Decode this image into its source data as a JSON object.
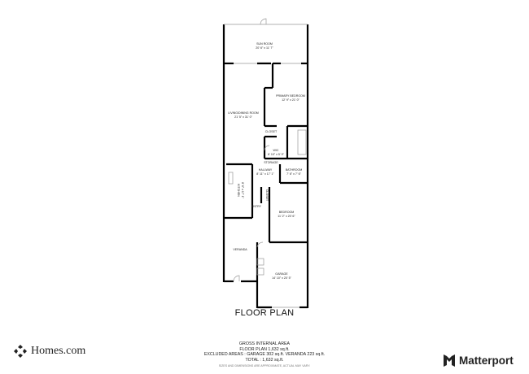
{
  "title": "FLOOR PLAN",
  "rooms": [
    {
      "name": "SUN ROOM",
      "dims": "20' 6\" x 11' 7\""
    },
    {
      "name": "PRIMARY BEDROOM",
      "dims": "12' 9\" x 21' 0\""
    },
    {
      "name": "LIVING/DINING ROOM",
      "dims": "21' 5\" x 31' 0\""
    },
    {
      "name": "CLOSET",
      "dims": ""
    },
    {
      "name": "WIC",
      "dims": "6' 10\" x 5' 9\""
    },
    {
      "name": "STORAGE",
      "dims": ""
    },
    {
      "name": "HALLWAY",
      "dims": "8' 11\" x 17' 1\""
    },
    {
      "name": "BATHROOM",
      "dims": "7' 6\" x 7' 6\""
    },
    {
      "name": "KITCHEN",
      "dims": "8' 6\" x 17' 1\""
    },
    {
      "name": "CLOSET",
      "dims": ""
    },
    {
      "name": "ENTRY",
      "dims": ""
    },
    {
      "name": "BEDROOM",
      "dims": "11' 2\" x 20' 6\""
    },
    {
      "name": "VERANDA",
      "dims": ""
    },
    {
      "name": "GARAGE",
      "dims": "14' 10\" x 20' 5\""
    }
  ],
  "area": {
    "heading": "GROSS INTERNAL AREA",
    "floor_plan": "FLOOR PLAN 1,632 sq.ft.",
    "excluded": "EXCLUDED AREAS :  GARAGE 302 sq.ft.   VERANDA 223 sq.ft.",
    "total": "TOTAL :  1,632 sq.ft.",
    "note": "SIZES AND DIMENSIONS ARE APPROXIMATE, ACTUAL MAY VARY."
  },
  "logos": {
    "left": "Homes.com",
    "right": "Matterport"
  }
}
